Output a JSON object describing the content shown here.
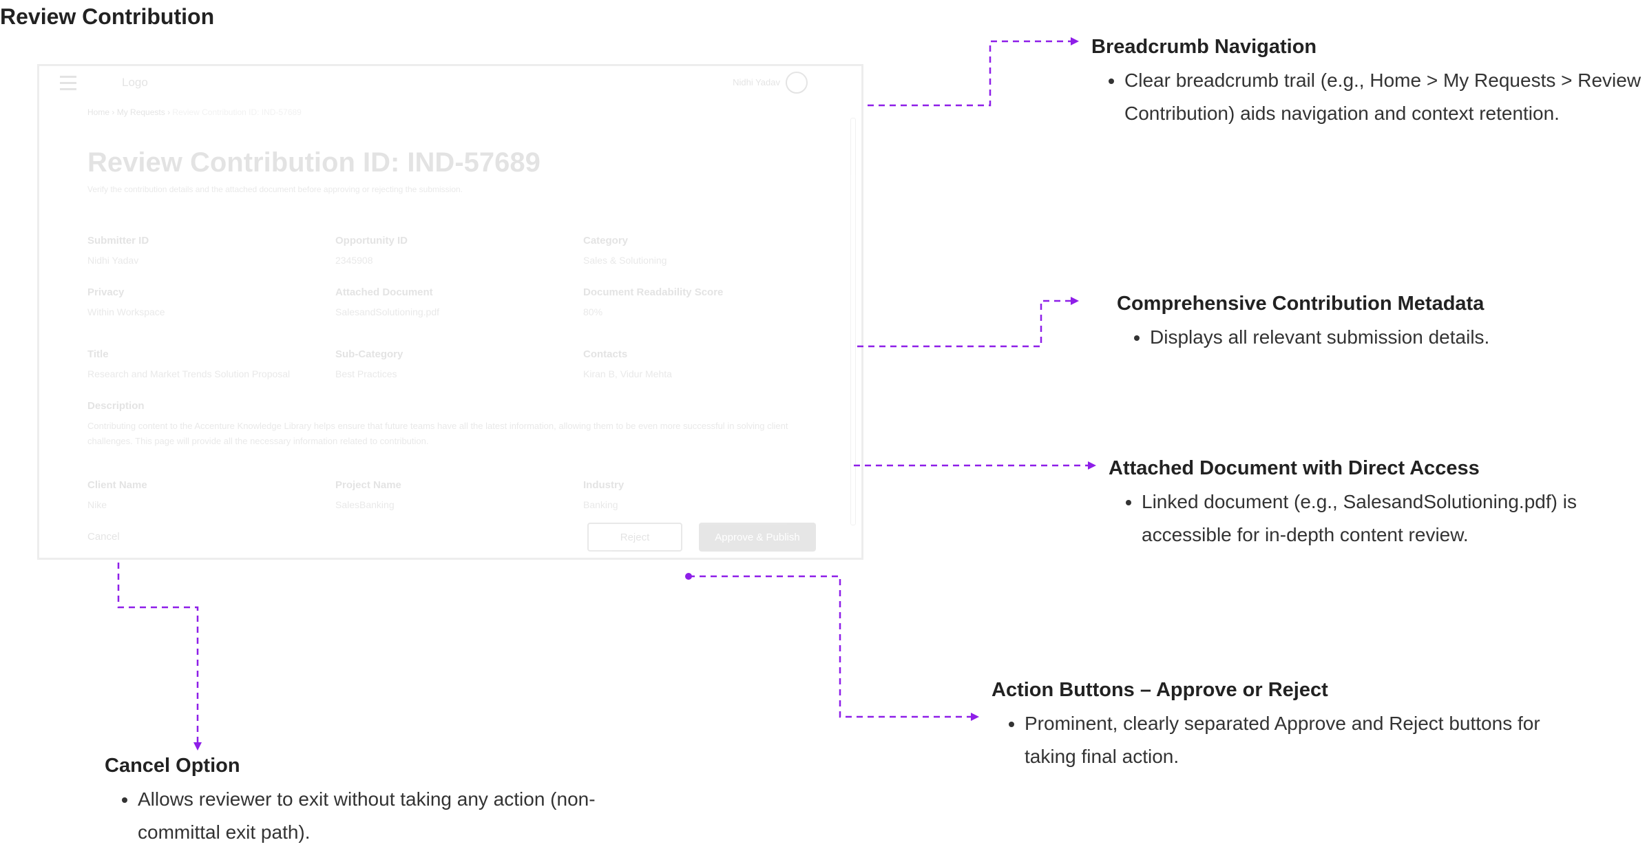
{
  "page_title": "Review Contribution",
  "mockup": {
    "logo": "Logo",
    "user": "Nidhi Yadav",
    "breadcrumb": [
      "Home",
      "My Requests",
      "Review Contribution ID: IND-57689"
    ],
    "heading": "Review Contribution ID: IND-57689",
    "subtitle": "Verify the contribution details and the attached document before approving or rejecting the submission.",
    "fields": [
      {
        "label": "Submitter ID",
        "value": "Nidhi Yadav"
      },
      {
        "label": "Opportunity ID",
        "value": "2345908"
      },
      {
        "label": "Category",
        "value": "Sales & Solutioning"
      },
      {
        "label": "Privacy",
        "value": "Within Workspace"
      },
      {
        "label": "Attached Document",
        "value": "SalesandSolutioning.pdf"
      },
      {
        "label": "Document Readability Score",
        "value": "80%"
      },
      {
        "label": "Title",
        "value": "Research and Market Trends Solution Proposal"
      },
      {
        "label": "Sub-Category",
        "value": "Best Practices"
      },
      {
        "label": "Contacts",
        "value": "Kiran B, Vidur Mehta"
      },
      {
        "label": "Client Name",
        "value": "Nike"
      },
      {
        "label": "Project Name",
        "value": "SalesBanking"
      },
      {
        "label": "Industry",
        "value": "Banking"
      }
    ],
    "description_label": "Description",
    "description": "Contributing content to the Accenture Knowledge Library helps ensure that future teams have all the latest information, allowing them to be even more successful in solving client challenges. This page will provide all the necessary information related to contribution.",
    "cancel": "Cancel",
    "reject": "Reject",
    "approve": "Approve & Publish"
  },
  "annotations": {
    "breadcrumb": {
      "title": "Breadcrumb Navigation",
      "bullets": [
        "Clear breadcrumb trail (e.g., Home > My Requests > Review Contribution) aids navigation and context retention."
      ]
    },
    "metadata": {
      "title": "Comprehensive Contribution Metadata",
      "bullets": [
        "Displays all relevant submission details."
      ]
    },
    "document": {
      "title": "Attached Document with Direct Access",
      "bullets": [
        "Linked document (e.g., SalesandSolutioning.pdf) is accessible for in-depth content review."
      ]
    },
    "actions": {
      "title": "Action Buttons – Approve or Reject",
      "bullets": [
        "Prominent, clearly separated Approve and Reject buttons for taking final action."
      ]
    },
    "cancel": {
      "title": "Cancel Option",
      "bullets": [
        "Allows reviewer to exit without taking any action (non-committal exit path)."
      ]
    }
  },
  "colors": {
    "connector": "#8e1ee8",
    "heading_text": "#222222"
  }
}
